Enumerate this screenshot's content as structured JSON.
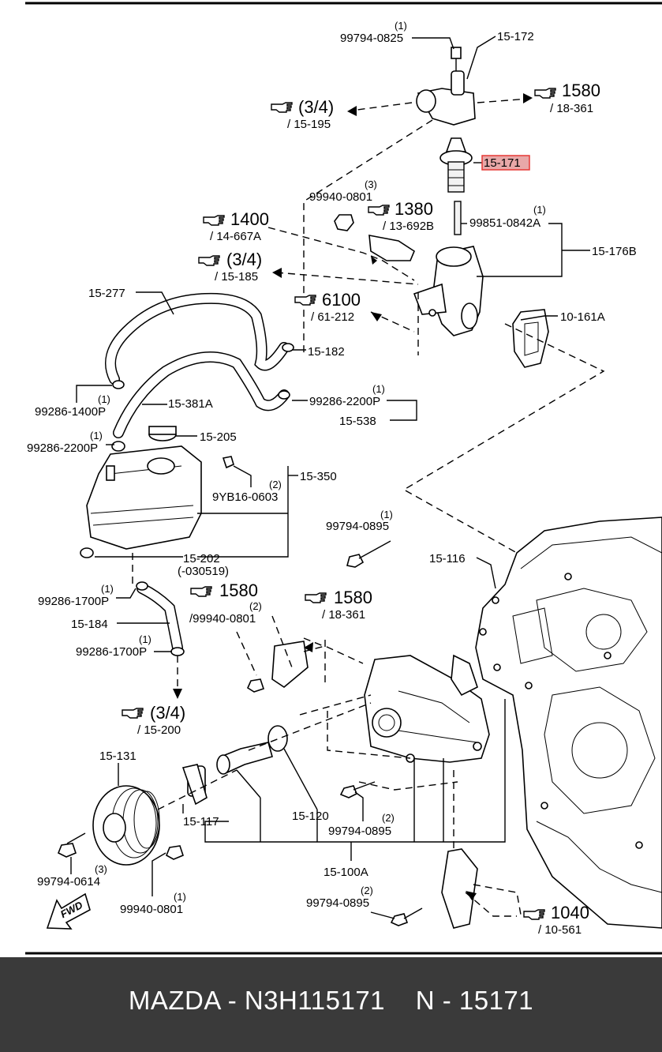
{
  "diagram": {
    "labels": {
      "l_99794_0825": "99794-0825",
      "l_99794_0825_qty": "(1)",
      "l_15_172": "15-172",
      "l_ref_1580a": "1580",
      "l_ref_1580a_sub": "/ 18-361",
      "l_ref_34a": "(3/4)",
      "l_ref_34a_sub": "/ 15-195",
      "l_15_171": "15-171",
      "l_99940_0801a": "99940-0801",
      "l_99940_0801a_qty": "(3)",
      "l_ref_1380": "1380",
      "l_ref_1380_sub": "/ 13-692B",
      "l_99851_0842A": "99851-0842A",
      "l_99851_0842A_qty": "(1)",
      "l_ref_1400": "1400",
      "l_ref_1400_sub": "/ 14-667A",
      "l_15_176B": "15-176B",
      "l_ref_34b": "(3/4)",
      "l_ref_34b_sub": "/ 15-185",
      "l_15_277": "15-277",
      "l_ref_6100": "6100",
      "l_ref_6100_sub": "/ 61-212",
      "l_10_161A": "10-161A",
      "l_15_182": "15-182",
      "l_99286_1400P": "99286-1400P",
      "l_99286_1400P_qty": "(1)",
      "l_15_381A": "15-381A",
      "l_99286_2200P_a": "99286-2200P",
      "l_99286_2200P_a_qty": "(1)",
      "l_15_538": "15-538",
      "l_99286_2200P_b": "99286-2200P",
      "l_99286_2200P_b_qty": "(1)",
      "l_15_205": "15-205",
      "l_15_350": "15-350",
      "l_9YB16_0603": "9YB16-0603",
      "l_9YB16_0603_qty": "(2)",
      "l_99794_0895a": "99794-0895",
      "l_99794_0895a_qty": "(1)",
      "l_15_202": "15-202",
      "l_15_202_sub": "(-030519)",
      "l_15_116": "15-116",
      "l_99286_1700P_a": "99286-1700P",
      "l_99286_1700P_a_qty": "(1)",
      "l_ref_1580b": "1580",
      "l_ref_1580b_sub": "/99940-0801",
      "l_ref_1580b_qty": "(2)",
      "l_ref_1580c": "1580",
      "l_ref_1580c_sub": "/ 18-361",
      "l_15_184": "15-184",
      "l_99286_1700P_b": "99286-1700P",
      "l_99286_1700P_b_qty": "(1)",
      "l_ref_34c": "(3/4)",
      "l_ref_34c_sub": "/ 15-200",
      "l_15_131": "15-131",
      "l_15_117": "15-117",
      "l_15_120": "15-120",
      "l_99794_0895b": "99794-0895",
      "l_99794_0895b_qty": "(2)",
      "l_99794_0614": "99794-0614",
      "l_99794_0614_qty": "(3)",
      "l_99940_0801b": "99940-0801",
      "l_99940_0801b_qty": "(1)",
      "l_15_100A": "15-100A",
      "l_99794_0895c": "99794-0895",
      "l_99794_0895c_qty": "(2)",
      "l_ref_1040": "1040",
      "l_ref_1040_sub": "/ 10-561",
      "l_fwd": "FWD"
    },
    "highlight_color": "#e53935"
  },
  "footer": {
    "text": "MAZDA - N3H115171    N - 15171"
  }
}
